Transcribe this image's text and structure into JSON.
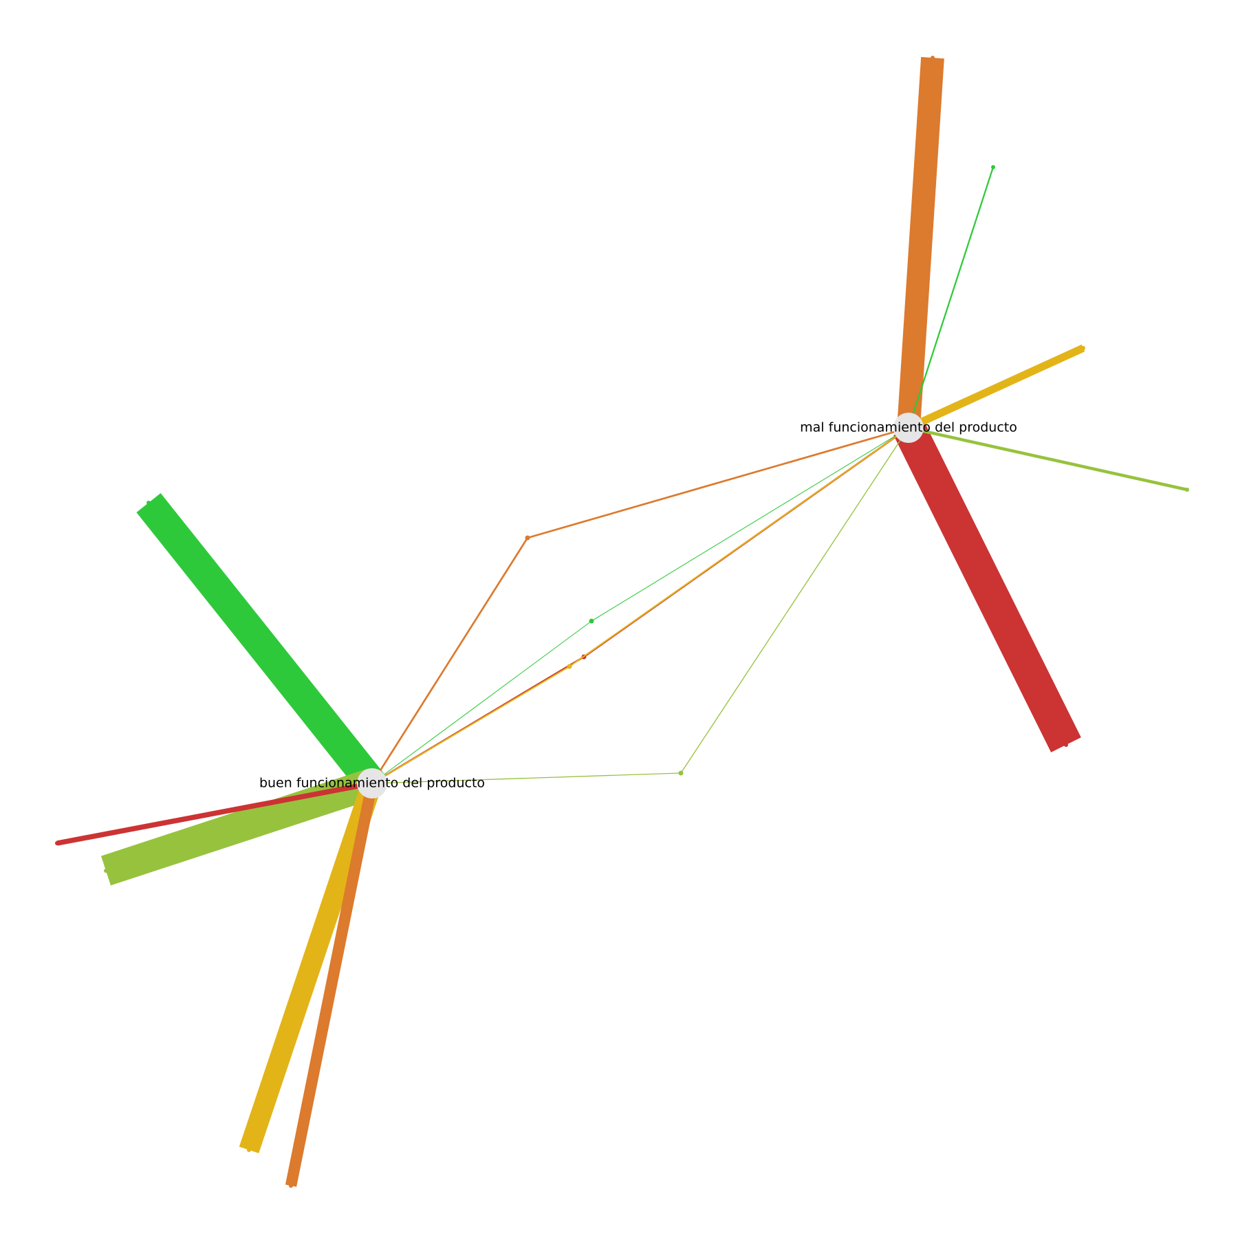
{
  "hub_nodes": [
    {
      "id": "buen",
      "label": "buen funcionamiento del producto",
      "color": "#e6e6e6"
    },
    {
      "id": "mal",
      "label": "mal funcionamiento del producto",
      "color": "#e6e6e6"
    }
  ],
  "edge_colors": {
    "green": "#2ec93a",
    "lime": "#97c23e",
    "red": "#cc3333",
    "orange": "#dc7a2e",
    "yellow": "#e3b418"
  },
  "spokes": [
    {
      "hub": "buen",
      "color": "green",
      "weight": 60
    },
    {
      "hub": "buen",
      "color": "lime",
      "weight": 60
    },
    {
      "hub": "buen",
      "color": "yellow",
      "weight": 40
    },
    {
      "hub": "buen",
      "color": "orange",
      "weight": 22
    },
    {
      "hub": "buen",
      "color": "red",
      "weight": 10
    },
    {
      "hub": "mal",
      "color": "orange",
      "weight": 45
    },
    {
      "hub": "mal",
      "color": "red",
      "weight": 65
    },
    {
      "hub": "mal",
      "color": "yellow",
      "weight": 15
    },
    {
      "hub": "mal",
      "color": "lime",
      "weight": 6
    },
    {
      "hub": "mal",
      "color": "green",
      "weight": 3
    }
  ],
  "bridges": [
    {
      "color": "orange",
      "weight": 4
    },
    {
      "color": "green",
      "weight": 1
    },
    {
      "color": "red",
      "weight": 4
    },
    {
      "color": "yellow",
      "weight": 3
    },
    {
      "color": "lime",
      "weight": 2
    }
  ]
}
